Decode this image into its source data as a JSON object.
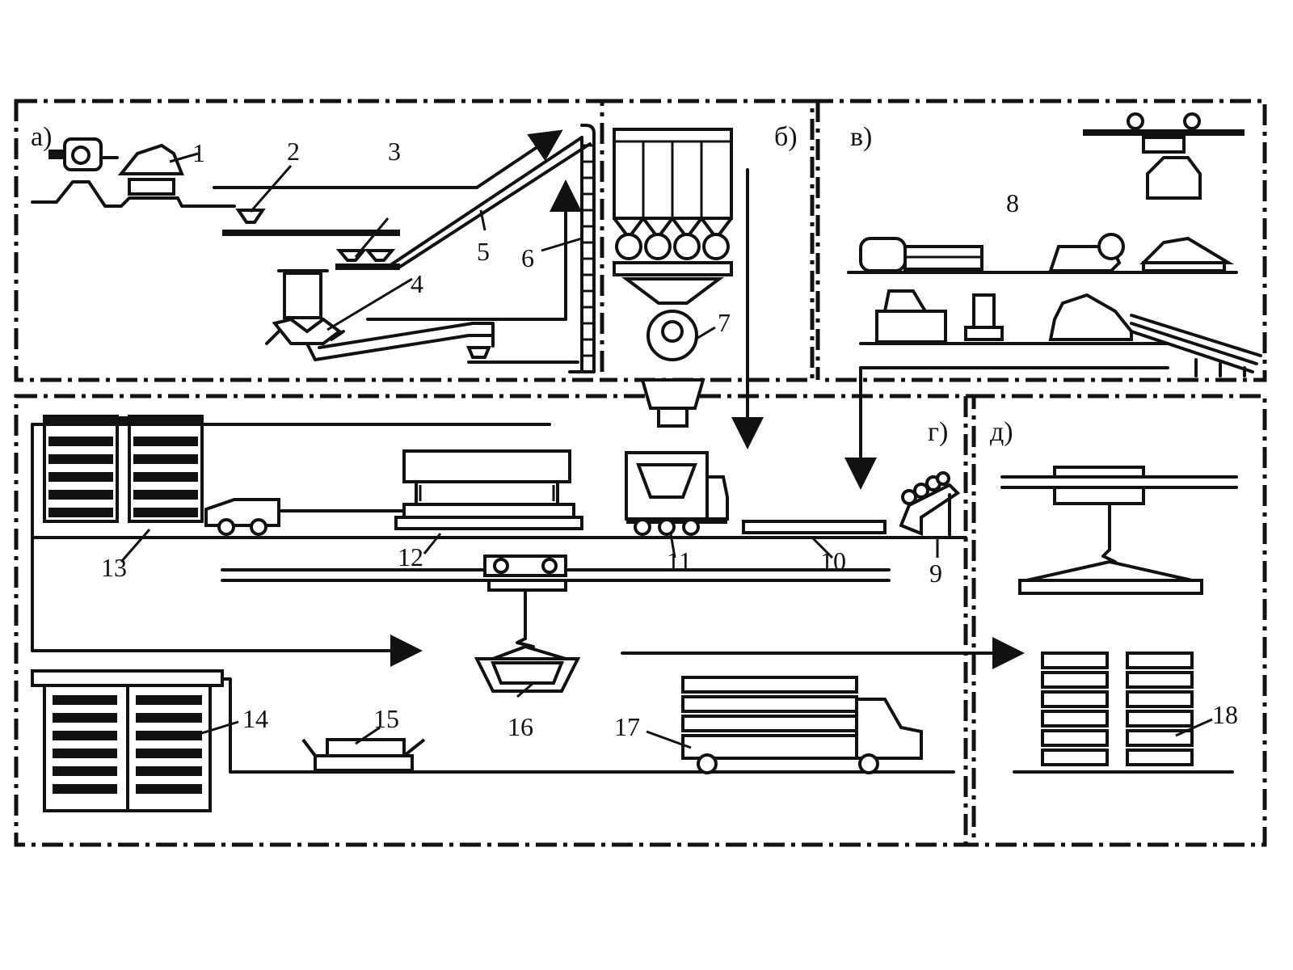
{
  "sections": {
    "a": "а)",
    "b": "б)",
    "v": "в)",
    "g": "г)",
    "d": "д)"
  },
  "callouts": {
    "n1": "1",
    "n2": "2",
    "n3": "3",
    "n4": "4",
    "n5": "5",
    "n6": "6",
    "n7": "7",
    "n8": "8",
    "n9": "9",
    "n10": "10",
    "n11": "11",
    "n12": "12",
    "n13": "13",
    "n14": "14",
    "n15": "15",
    "n16": "16",
    "n17": "17",
    "n18": "18"
  }
}
